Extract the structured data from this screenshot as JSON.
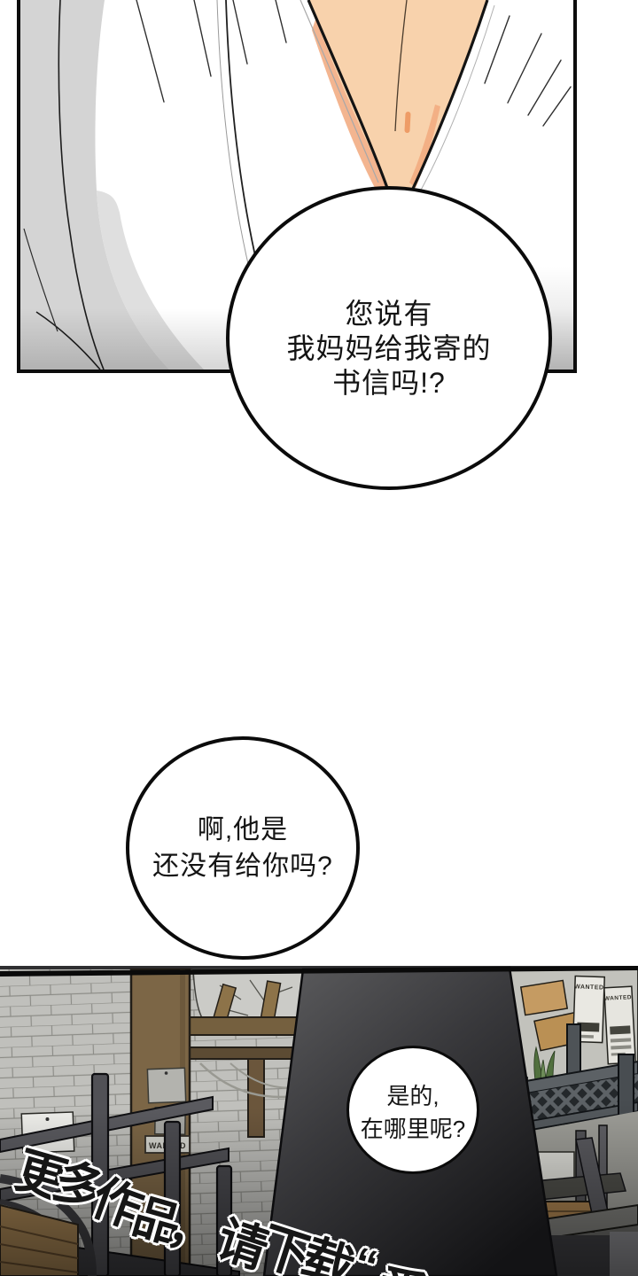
{
  "comic": {
    "top_bubble": {
      "lines": [
        "您说有",
        "我妈妈给我寄的",
        "书信吗!?"
      ]
    },
    "middle_bubble": {
      "lines": [
        "啊,他是",
        "还没有给你吗?"
      ]
    },
    "bottom_bubble": {
      "lines": [
        "是的,",
        "在哪里呢?"
      ]
    },
    "watermark_text": "更多作品，请下载“番",
    "signs": {
      "wanted_post": "WANTED",
      "wanted_poster_right_1": "WANTED",
      "wanted_poster_right_2": "WANTED"
    },
    "colors": {
      "skin": "#f8d2ac",
      "skin_shade": "#f1a87c",
      "fabric_gray": "#d4d4d4",
      "silhouette_dark": "#131315",
      "brick_wall": "#c0c0bc",
      "wood_brown": "#7c6646",
      "wood_tan": "#ab8350",
      "plant_green": "#51703e",
      "outline_black": "#0b0b0b"
    }
  }
}
